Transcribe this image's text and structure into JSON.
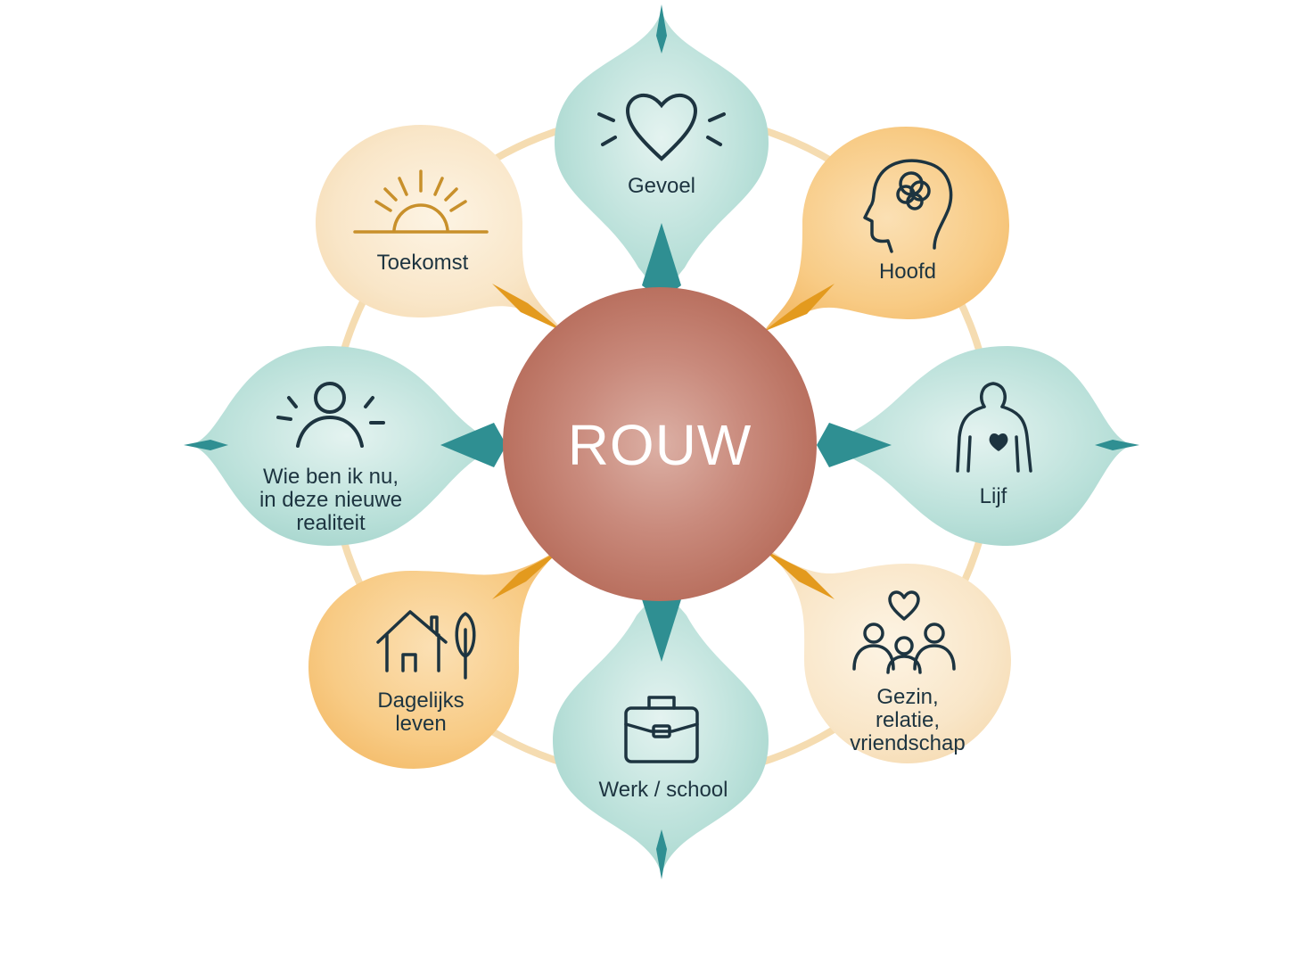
{
  "center": {
    "label": "ROUW",
    "color": "#c27a6c"
  },
  "colors": {
    "teal_fill": "#b3ddd6",
    "teal_accent": "#2f8f92",
    "orange_fill": "#f7c980",
    "orange_accent": "#e39a1e",
    "cream_fill": "#f9e4c2",
    "ink": "#1d3440"
  },
  "petals": [
    {
      "id": "gevoel",
      "label": "Gevoel",
      "icon": "heart-icon",
      "tone": "teal"
    },
    {
      "id": "hoofd",
      "label": "Hoofd",
      "icon": "head-mind-icon",
      "tone": "orange"
    },
    {
      "id": "lijf",
      "label": "Lijf",
      "icon": "body-heart-icon",
      "tone": "teal"
    },
    {
      "id": "gezin",
      "label": "Gezin,\nrelatie,\nvriendschap",
      "icon": "family-heart-icon",
      "tone": "cream"
    },
    {
      "id": "werk",
      "label": "Werk / school",
      "icon": "briefcase-icon",
      "tone": "teal"
    },
    {
      "id": "dagelijks",
      "label": "Dagelijks\nleven",
      "icon": "house-tree-icon",
      "tone": "orange"
    },
    {
      "id": "identiteit",
      "label": "Wie ben ik nu,\nin deze nieuwe\nrealiteit",
      "icon": "person-icon",
      "tone": "teal"
    },
    {
      "id": "toekomst",
      "label": "Toekomst",
      "icon": "sunrise-icon",
      "tone": "cream"
    }
  ]
}
